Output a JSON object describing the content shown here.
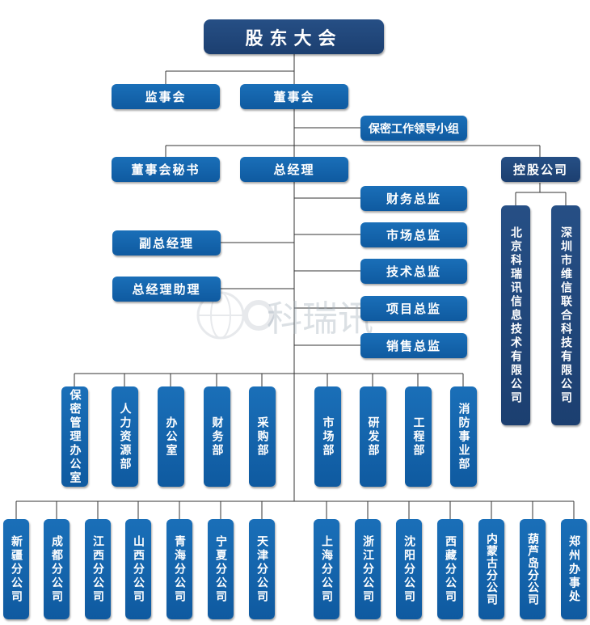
{
  "top": "股东大会",
  "supervisory_board": "监事会",
  "board": "董事会",
  "confidential_group": "保密工作领导小组",
  "board_secretary": "董事会秘书",
  "general_manager": "总经理",
  "holding_company": "控股公司",
  "subsidiaries": [
    "北京科瑞讯信息技术有限公司",
    "深圳市维信联合科技有限公司"
  ],
  "deputy_gm": "副总经理",
  "gm_assistant": "总经理助理",
  "directors": [
    "财务总监",
    "市场总监",
    "技术总监",
    "项目总监",
    "销售总监"
  ],
  "departments": [
    "保密管理办公室",
    "人力资源部",
    "办公室",
    "财务部",
    "采购部",
    "市场部",
    "研发部",
    "工程部",
    "消防事业部"
  ],
  "branches": [
    "新疆分公司",
    "成都分公司",
    "江西分公司",
    "山西分公司",
    "青海分公司",
    "宁夏分公司",
    "天津分公司",
    "上海分公司",
    "浙江分公司",
    "沈阳分公司",
    "西藏分公司",
    "内蒙古分公司",
    "葫芦岛分公司",
    "郑州办事处"
  ],
  "watermark": "科瑞讯",
  "colors": {
    "box": "#1565ad",
    "box_dark": "#264f85",
    "line": "#333333"
  }
}
